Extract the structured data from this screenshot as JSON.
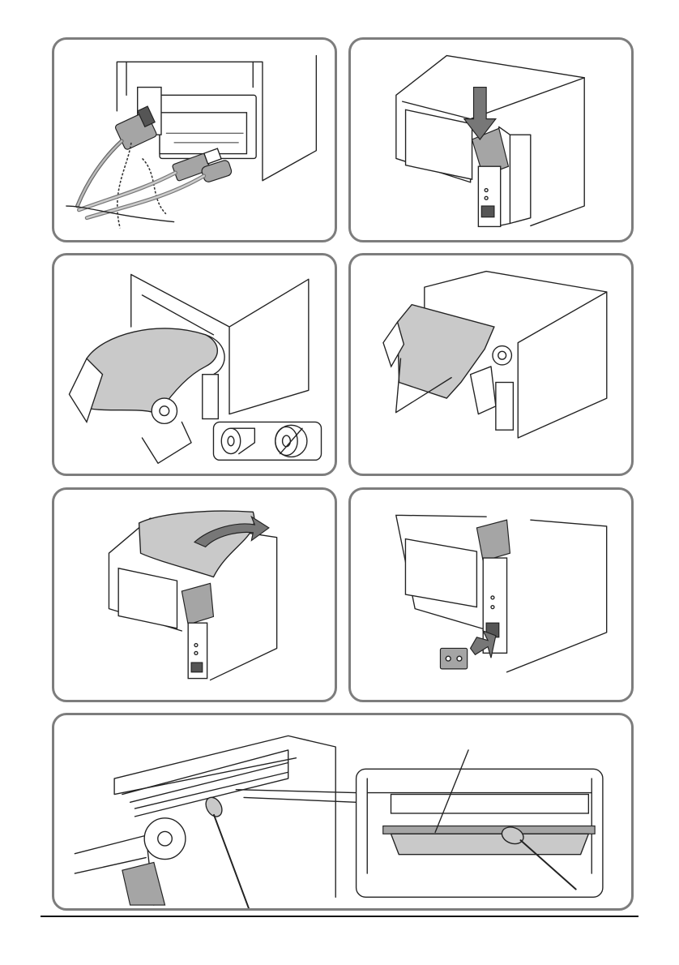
{
  "page": {
    "panels": [
      {
        "id": "connect-cables",
        "icons": [
          "power-cable-icon",
          "usb-cable-icon",
          "power-plug-icon"
        ]
      },
      {
        "id": "press-cover-button",
        "icons": [
          "press-arrow-icon"
        ]
      },
      {
        "id": "load-paper-roll",
        "icons": [
          "roll-orientation-correct-icon",
          "roll-orientation-wrong-icon"
        ]
      },
      {
        "id": "pull-paper-out",
        "icons": [
          "paper-edge-callout-icon"
        ]
      },
      {
        "id": "close-cover",
        "icons": [
          "close-arrow-icon"
        ]
      },
      {
        "id": "attach-switch-cover",
        "icons": [
          "insert-arrow-icon"
        ]
      },
      {
        "id": "clean-print-head",
        "icons": [
          "cotton-swab-icon",
          "thermal-head-callout-icon"
        ]
      }
    ],
    "colors": {
      "frame": "#7d7d7d",
      "paper": "#c9c9c9",
      "ink": "#222222"
    }
  }
}
